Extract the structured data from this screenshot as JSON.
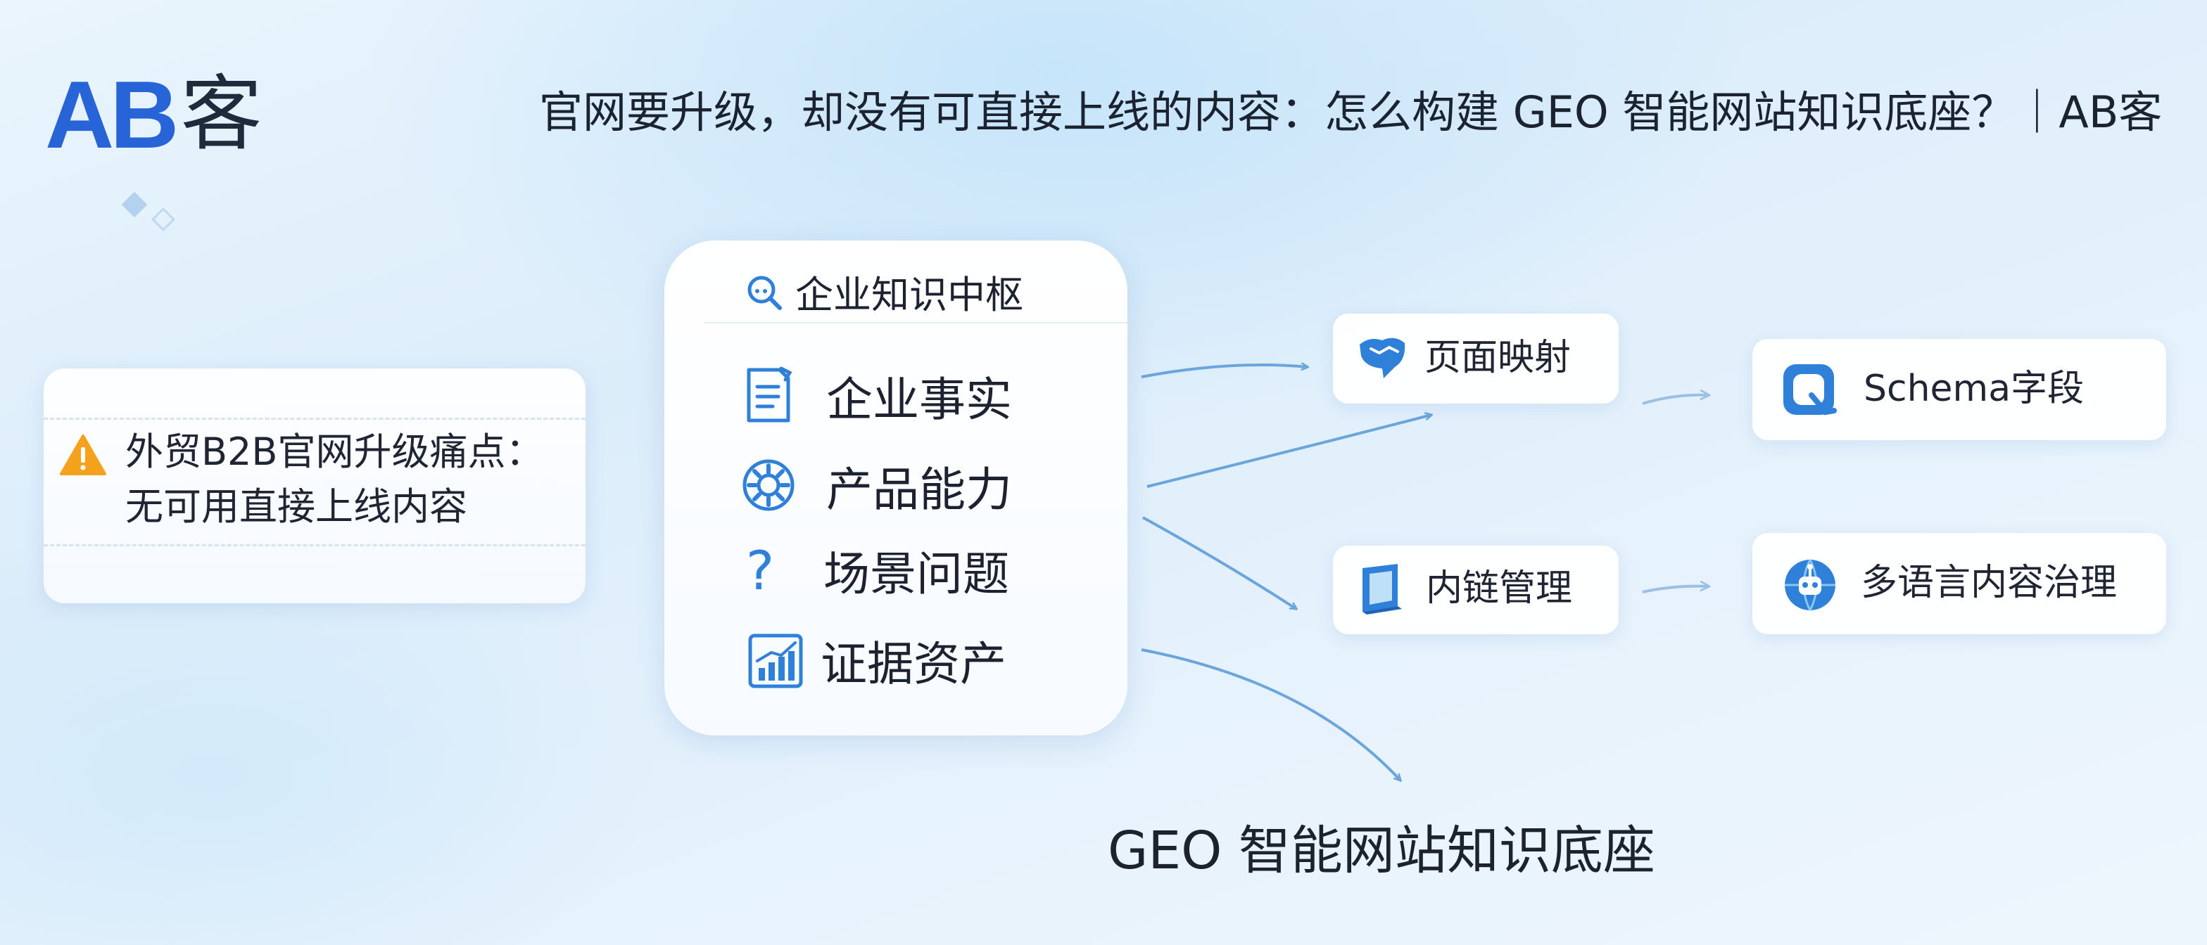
{
  "brand": {
    "logo_letters": "AB",
    "logo_char": "客"
  },
  "title": "官网要升级，却没有可直接上线的内容：怎么构建 GEO 智能网站知识底座？｜AB客",
  "pain_point": {
    "icon": "warning-icon",
    "line1": "外贸B2B官网升级痛点：",
    "line2": "无可用直接上线内容"
  },
  "hub": {
    "title": "企业知识中枢",
    "title_icon": "search-icon",
    "items": [
      {
        "label": "企业事实",
        "icon": "document-icon"
      },
      {
        "label": "产品能力",
        "icon": "gear-icon"
      },
      {
        "label": "场景问题",
        "icon": "question-icon"
      },
      {
        "label": "证据资产",
        "icon": "bar-chart-icon"
      }
    ]
  },
  "nodes": {
    "page_mapping": {
      "label": "页面映射",
      "icon": "map-icon"
    },
    "internal_links": {
      "label": "内链管理",
      "icon": "link-panel-icon"
    },
    "schema": {
      "label": "Schema字段",
      "icon": "schema-icon"
    },
    "multilingual": {
      "label": "多语言内容治理",
      "icon": "globe-bot-icon"
    }
  },
  "foundation_label": "GEO 智能网站知识底座",
  "colors": {
    "brand_blue": "#2764d8",
    "icon_blue": "#2f80d8",
    "warning_orange": "#f4a11c",
    "arrow_blue": "#6aa6dc",
    "arrow_light": "#9cc0e3"
  }
}
